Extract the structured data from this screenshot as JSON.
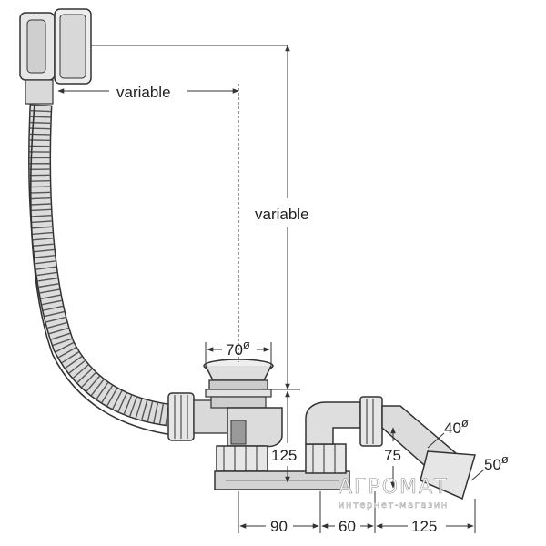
{
  "labels": {
    "horizontal_top": "variable",
    "vertical": "variable",
    "drain_diameter": "70",
    "vertical_125": "125",
    "vertical_75": "75",
    "bottom_90": "90",
    "bottom_60": "60",
    "bottom_125": "125",
    "outlet_40": "40",
    "outlet_50": "50",
    "diameter_symbol": "ø"
  },
  "watermark": {
    "brand": "АГРОМАТ",
    "tagline": "интернет-магазин"
  },
  "colors": {
    "line": "#333333",
    "fill_light": "#e6e6e6",
    "fill_mid": "#cfcfcf",
    "fill_dark": "#9a9a9a",
    "watermark": "#ffffff"
  }
}
